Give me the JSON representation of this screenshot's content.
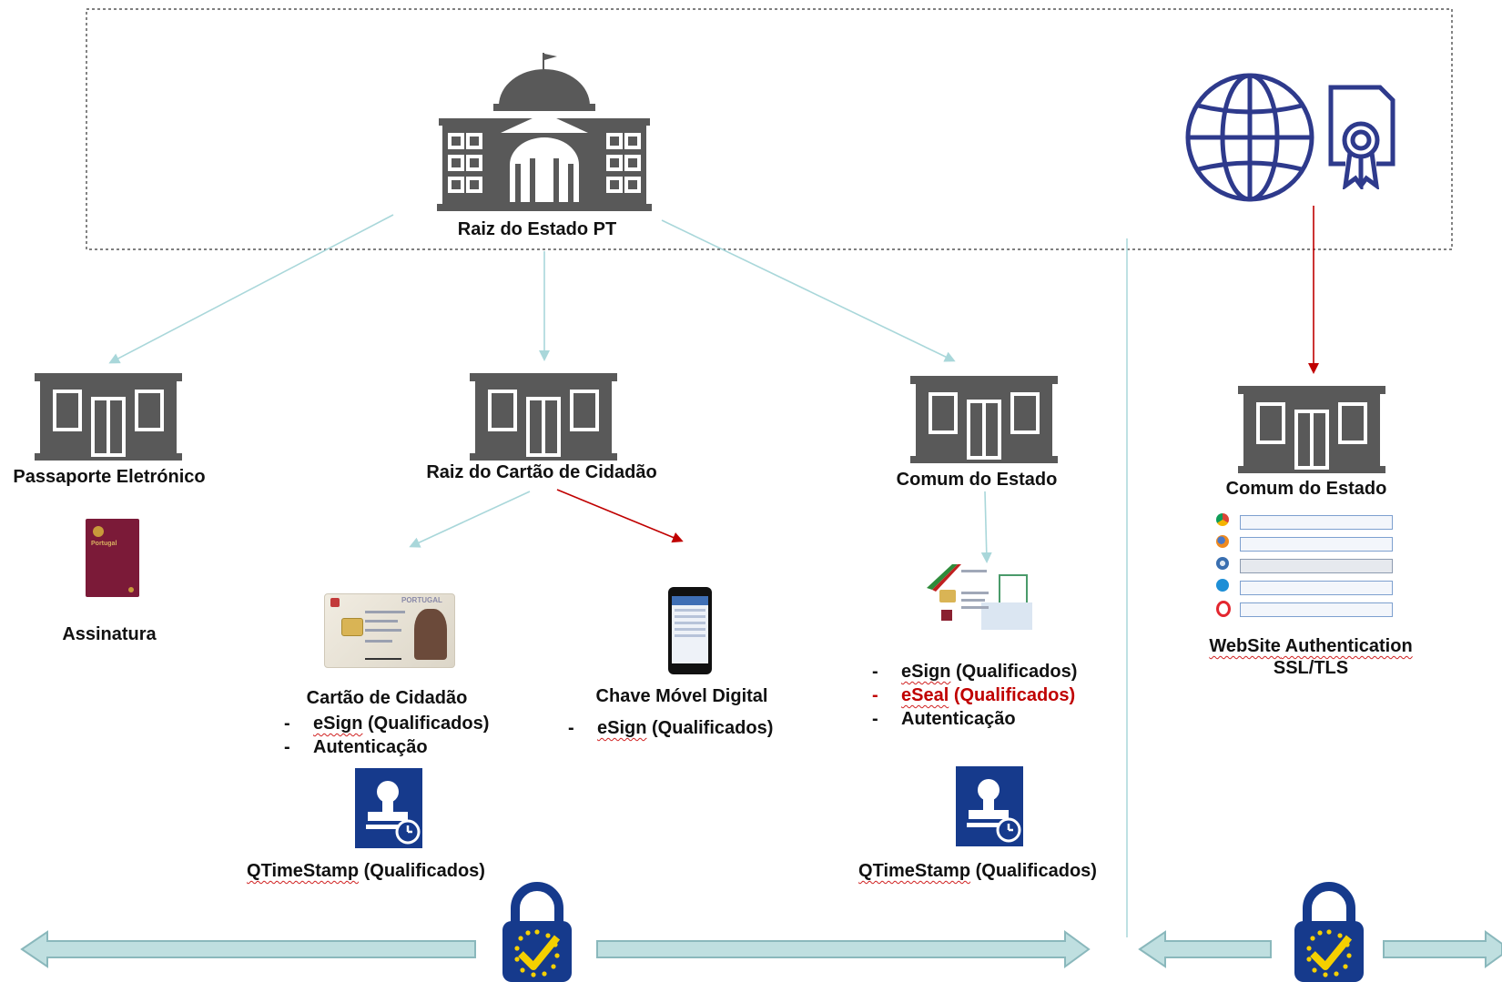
{
  "root": {
    "label": "Raiz do Estado PT"
  },
  "passport": {
    "title": "Passaporte Eletrónico",
    "caption": "Assinatura",
    "booklet_text": "Portugal"
  },
  "cc_root": {
    "title": "Raiz do Cartão de Cidadão"
  },
  "cc_card": {
    "title": "Cartão de Cidadão",
    "items": [
      {
        "dash": "-",
        "word": "eSign",
        "rest": " (Qualificados)"
      },
      {
        "dash": "-",
        "text": "Autenticação"
      }
    ],
    "card_header": "PORTUGAL"
  },
  "cmd": {
    "title": "Chave Móvel Digital",
    "items": [
      {
        "dash": "-",
        "word": "eSign",
        "rest": " (Qualificados)"
      }
    ]
  },
  "common_state": {
    "title": "Comum do Estado",
    "items": [
      {
        "dash": "-",
        "word": "eSign",
        "rest": " (Qualificados)"
      },
      {
        "dash": "-",
        "word": "eSeal",
        "rest": " (Qualificados)",
        "highlight": true
      },
      {
        "dash": "-",
        "text": "Autenticação"
      }
    ]
  },
  "timestamps": [
    {
      "word": "QTimeStamp",
      "rest": " (Qualificados)"
    },
    {
      "word": "QTimeStamp",
      "rest": " (Qualificados)"
    }
  ],
  "web": {
    "title": "Comum do Estado",
    "line1_word": "WebSite",
    "line1_rest": " Authentication",
    "line2": "SSL/TLS",
    "browsers": [
      "chrome",
      "firefox",
      "safari",
      "internet-explorer",
      "opera"
    ]
  },
  "colors": {
    "connector": "#a9d7da",
    "connector_red": "#c00000",
    "building": "#595959",
    "eu_blue": "#163a8c",
    "globe_blue": "#2e3a8c",
    "arrow_fill": "#bfdfe0",
    "arrow_stroke": "#8ab8bc"
  }
}
